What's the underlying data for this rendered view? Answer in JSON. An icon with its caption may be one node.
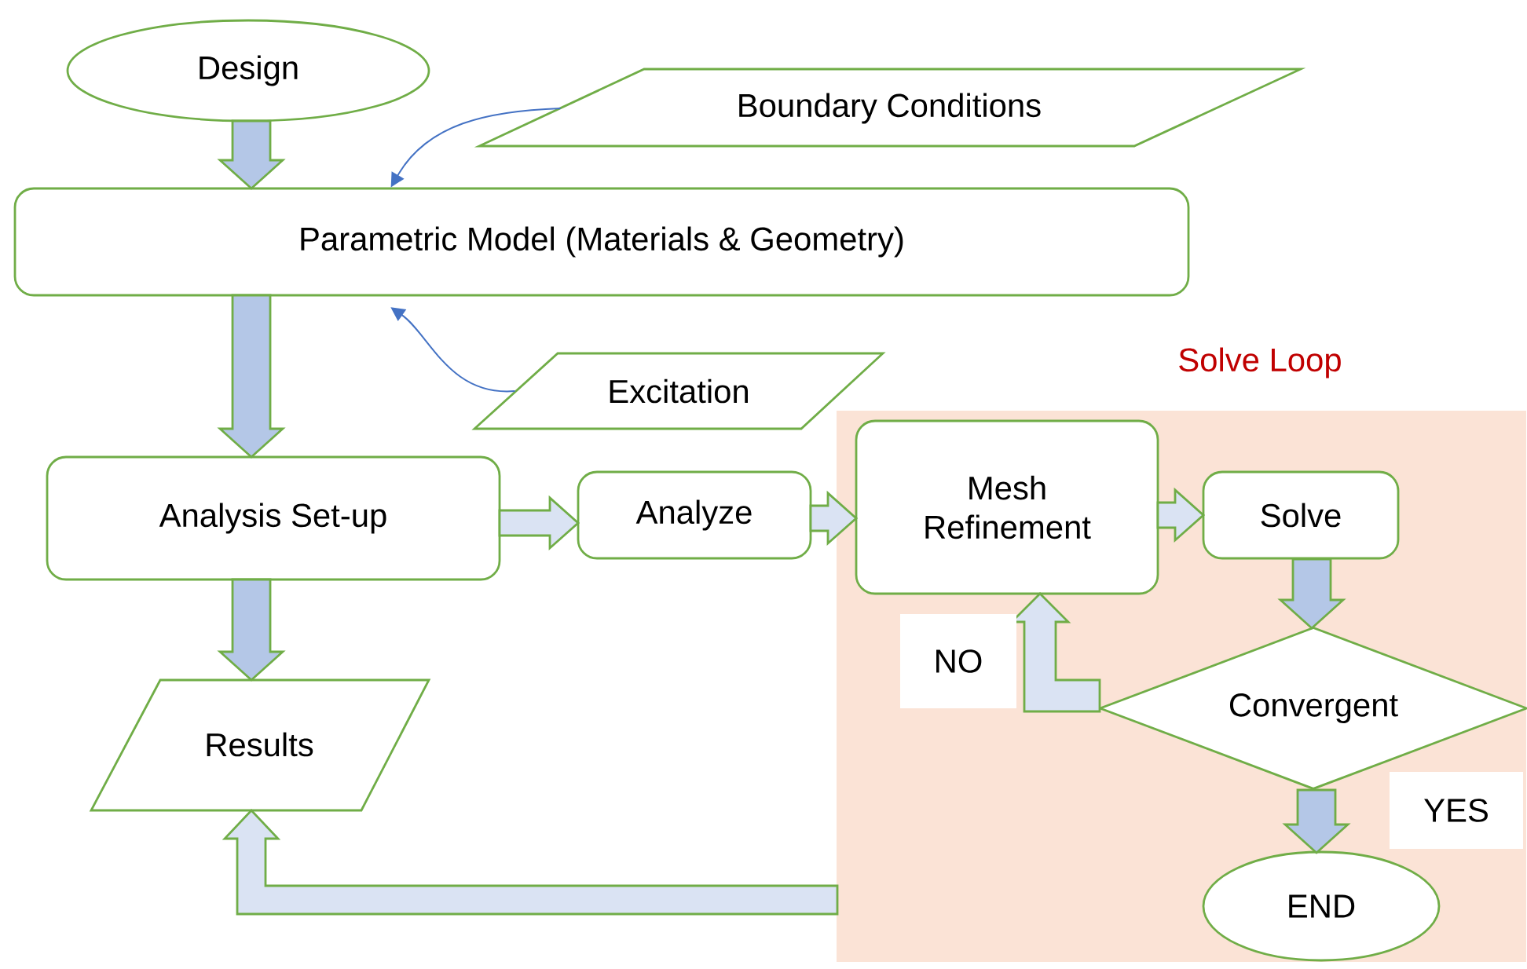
{
  "diagram": {
    "nodes": [
      {
        "text": [
          "Design"
        ]
      },
      {
        "text": [
          "Boundary Conditions"
        ]
      },
      {
        "text": [
          "Parametric Model (Materials & Geometry)"
        ]
      },
      {
        "text": [
          "Excitation"
        ]
      },
      {
        "text": [
          "Analysis Set-up"
        ]
      },
      {
        "text": [
          "Analyze"
        ]
      },
      {
        "text": [
          "Solve Loop"
        ]
      },
      {
        "text": [
          "Mesh Refinement"
        ],
        "in": 6
      },
      {
        "text": [
          "Solve"
        ],
        "in": 6
      },
      {
        "text": [
          "Convergent"
        ],
        "in": 6
      },
      {
        "text": [
          "END"
        ],
        "in": 6
      },
      {
        "text": [
          "Results"
        ]
      }
    ],
    "edges": [
      {
        "from": 0,
        "to": 2,
        "arrow": "to"
      },
      {
        "from": 1,
        "to": 2,
        "arrow": "to",
        "color": "#4472c4"
      },
      {
        "from": 3,
        "to": 2,
        "arrow": "to",
        "color": "#4472c4"
      },
      {
        "from": 2,
        "to": 4,
        "arrow": "to"
      },
      {
        "from": 4,
        "to": 5,
        "arrow": "to"
      },
      {
        "from": 5,
        "to": 7,
        "arrow": "to"
      },
      {
        "from": 7,
        "to": 8,
        "arrow": "to"
      },
      {
        "from": 8,
        "to": 9,
        "arrow": "to"
      },
      {
        "from": 9,
        "to": 7,
        "arrow": "to",
        "label": "NO"
      },
      {
        "from": 9,
        "to": 10,
        "arrow": "to",
        "label": "YES"
      },
      {
        "from": 6,
        "to": 11,
        "arrow": "to"
      },
      {
        "from": 4,
        "to": 11,
        "arrow": "to"
      }
    ]
  }
}
